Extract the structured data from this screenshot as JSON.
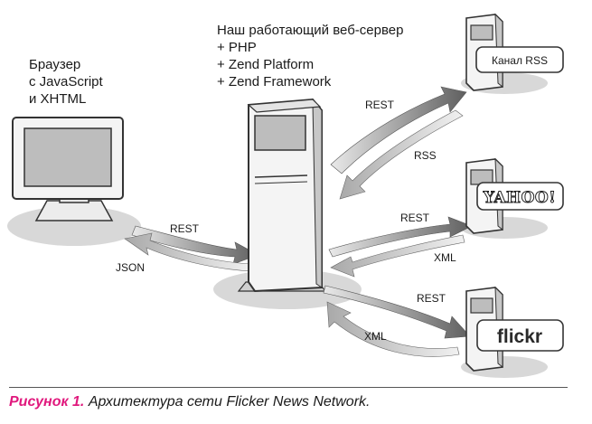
{
  "server": {
    "title": "Наш работающий веб-сервер",
    "features": [
      "+ PHP",
      "+ Zend Platform",
      "+ Zend Framework"
    ]
  },
  "browser": {
    "lines": [
      "Браузер",
      "с JavaScript",
      "и XHTML"
    ]
  },
  "endpoints": {
    "rss": "Канал RSS",
    "yahoo": "YAHOO!",
    "flickr": "flickr"
  },
  "arrows": {
    "browser_to_server": "REST",
    "server_to_browser": "JSON",
    "server_to_rss": "REST",
    "rss_to_server": "RSS",
    "server_to_yahoo": "REST",
    "yahoo_to_server": "XML",
    "server_to_flickr": "REST",
    "flickr_to_server": "XML"
  },
  "caption": {
    "lead": "Рисунок 1.",
    "text": "Архитектура сети Flicker News Network."
  },
  "colors": {
    "accent": "#e0197d",
    "arrow_dark": "#6d6d6d",
    "arrow_light": "#c9c9c9",
    "shadow": "#d6d6d6",
    "screen": "#bdbdbd"
  }
}
